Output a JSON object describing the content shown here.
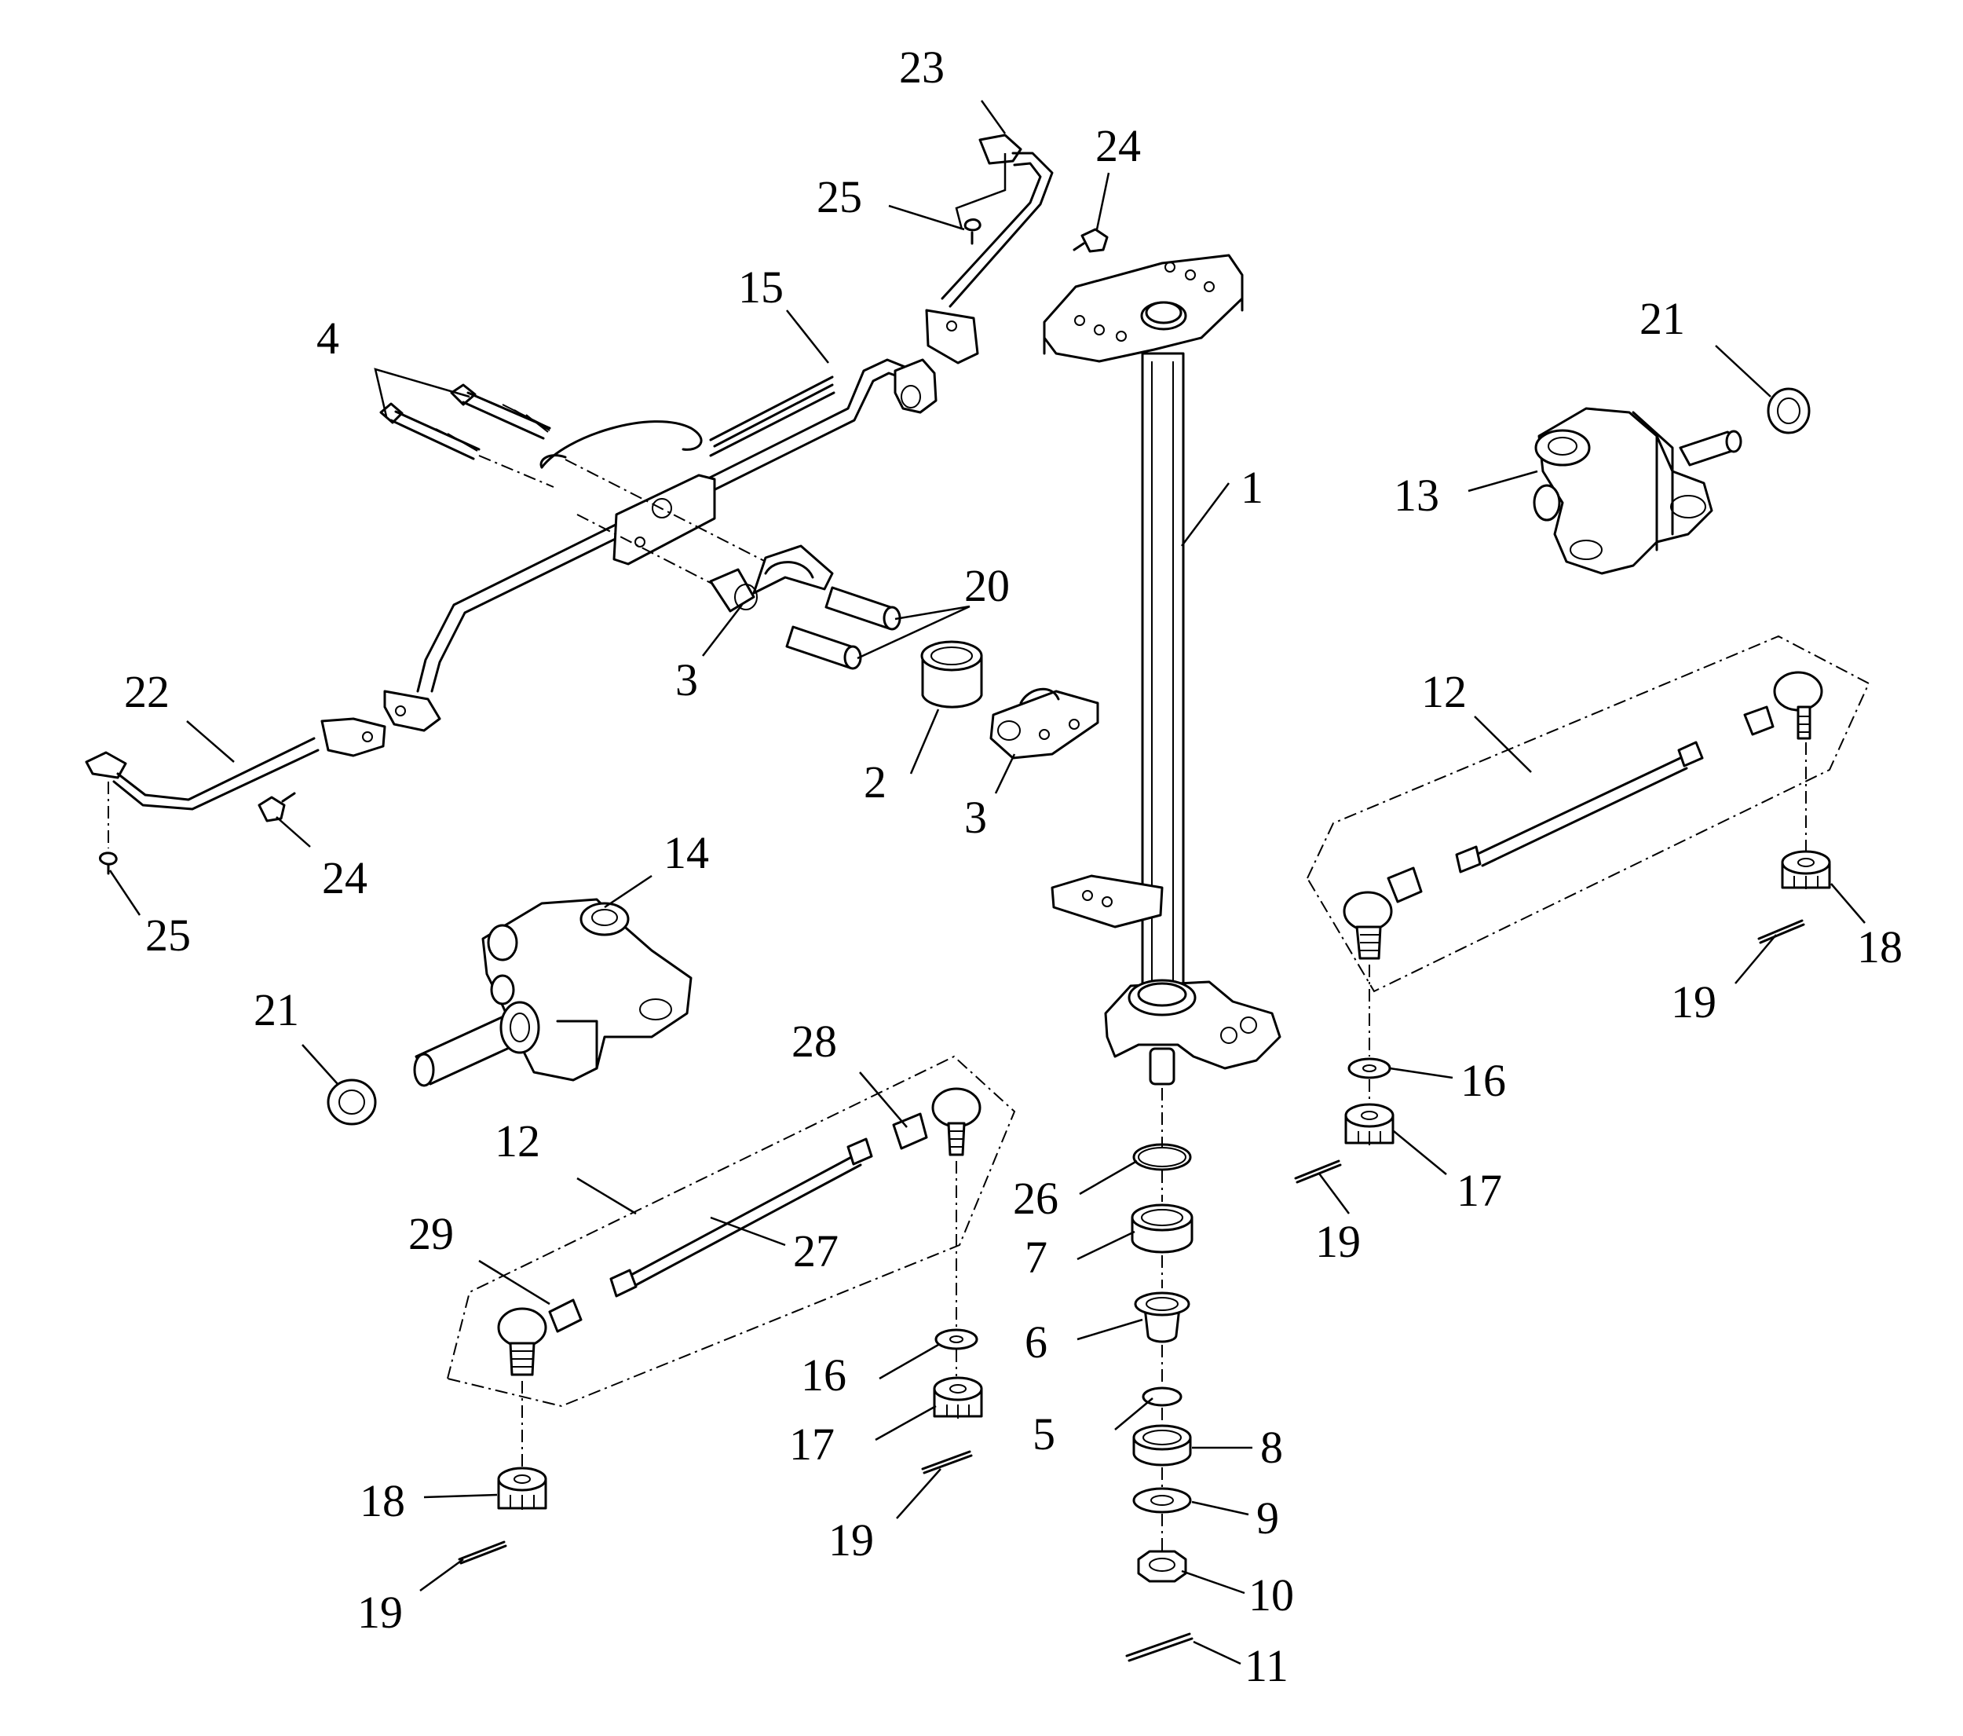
{
  "diagram": {
    "callouts": {
      "c1": "1",
      "c2": "2",
      "c3a": "3",
      "c3b": "3",
      "c4": "4",
      "c5": "5",
      "c6": "6",
      "c7": "7",
      "c8": "8",
      "c9": "9",
      "c10": "10",
      "c11": "11",
      "c12a": "12",
      "c12b": "12",
      "c13": "13",
      "c14": "14",
      "c15": "15",
      "c16a": "16",
      "c16b": "16",
      "c17a": "17",
      "c17b": "17",
      "c18a": "18",
      "c18b": "18",
      "c19a": "19",
      "c19b": "19",
      "c19c": "19",
      "c19d": "19",
      "c20": "20",
      "c21a": "21",
      "c21b": "21",
      "c22": "22",
      "c23": "23",
      "c24a": "24",
      "c24b": "24",
      "c25a": "25",
      "c25b": "25",
      "c26": "26",
      "c27": "27",
      "c28": "28",
      "c29": "29"
    }
  }
}
